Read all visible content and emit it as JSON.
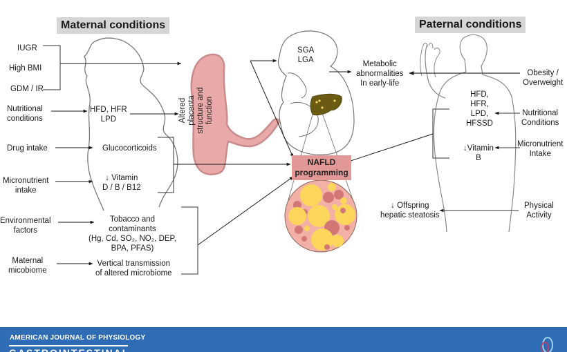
{
  "maternal": {
    "title": "Maternal conditions",
    "bracket_group_1": [
      "IUGR",
      "High BMI",
      "GDM / IR"
    ],
    "inputs": [
      {
        "label_lines": [
          "Nutritional",
          "conditions"
        ],
        "effect_lines": [
          "HFD, HFR",
          "LPD"
        ]
      },
      {
        "label_lines": [
          "Drug intake"
        ],
        "effect_lines": [
          "Glucocorticoids"
        ]
      },
      {
        "label_lines": [
          "Micronutrient",
          "intake"
        ],
        "effect_lines": [
          "↓ Vitamin",
          "D / B / B12"
        ]
      },
      {
        "label_lines": [
          "Environmental",
          "factors"
        ],
        "effect_lines": [
          "Tobacco and",
          "contaminants",
          "(Hg, Cd, SO₂, NO₂, DEP,",
          "BPA, PFAS)"
        ]
      },
      {
        "label_lines": [
          "Maternal",
          "micobiome"
        ],
        "effect_lines": [
          "Vertical transmission",
          "of altered microbiome"
        ]
      }
    ]
  },
  "placenta": {
    "label_lines": [
      "Altered placenta",
      "structure and",
      "function"
    ],
    "color": "#e9a9a9",
    "outline_color": "#c98b8b"
  },
  "fetus": {
    "size_lines": [
      "SGA",
      "LGA"
    ],
    "liver_color": "#6b5a12"
  },
  "outcome": {
    "metabolic_lines": [
      "Metabolic",
      "abnormalities",
      "In early-life"
    ],
    "nafld_lines": [
      "NAFLD",
      "programming"
    ],
    "nafld_color": "#e19896"
  },
  "paternal": {
    "title": "Paternal conditions",
    "inputs": [
      {
        "label_lines": [
          "Obesity /",
          "Overweight"
        ]
      },
      {
        "label_lines": [
          "Nutritional",
          "Conditions"
        ],
        "effect_lines": [
          "HFD,",
          "HFR,",
          "LPD,",
          "HFSSD"
        ]
      },
      {
        "label_lines": [
          "Micronutrient",
          "Intake"
        ],
        "effect_lines": [
          "↓Vitamin",
          "B"
        ]
      },
      {
        "label_lines": [
          "Physical",
          "Activity"
        ],
        "effect_lines": [
          "↓ Offspring",
          "hepatic steatosis"
        ]
      }
    ]
  },
  "histology": {
    "lipid_color": "#fbd65a",
    "cell_color": "#d27676",
    "background_color": "#f2b0a6"
  },
  "banner": {
    "journal": "AMERICAN JOURNAL OF PHYSIOLOGY",
    "section": "GASTROINTESTINAL",
    "color": "#2e6db5"
  }
}
